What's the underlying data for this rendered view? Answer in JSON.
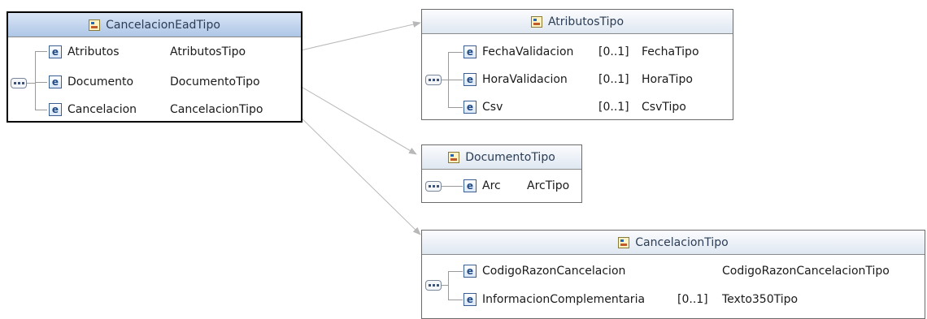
{
  "boxes": {
    "cancelacion_ead": {
      "title": "CancelacionEadTipo",
      "rows": [
        {
          "name": "Atributos",
          "type": "AtributosTipo"
        },
        {
          "name": "Documento",
          "type": "DocumentoTipo"
        },
        {
          "name": "Cancelacion",
          "type": "CancelacionTipo"
        }
      ]
    },
    "atributos": {
      "title": "AtributosTipo",
      "rows": [
        {
          "name": "FechaValidacion",
          "card": "[0..1]",
          "type": "FechaTipo"
        },
        {
          "name": "HoraValidacion",
          "card": "[0..1]",
          "type": "HoraTipo"
        },
        {
          "name": "Csv",
          "card": "[0..1]",
          "type": "CsvTipo"
        }
      ]
    },
    "documento": {
      "title": "DocumentoTipo",
      "rows": [
        {
          "name": "Arc",
          "type": "ArcTipo"
        }
      ]
    },
    "cancelacion": {
      "title": "CancelacionTipo",
      "rows": [
        {
          "name": "CodigoRazonCancelacion",
          "card": "",
          "type": "CodigoRazonCancelacionTipo"
        },
        {
          "name": "InformacionComplementaria",
          "card": "[0..1]",
          "type": "Texto350Tipo"
        }
      ]
    }
  },
  "icons": {
    "element": "e",
    "type": "type-icon",
    "sequence": "sequence-icon"
  },
  "colors": {
    "link_line": "#b8b8b8",
    "element_icon": "#1f4a86",
    "selected_header": "#aec6e6"
  }
}
